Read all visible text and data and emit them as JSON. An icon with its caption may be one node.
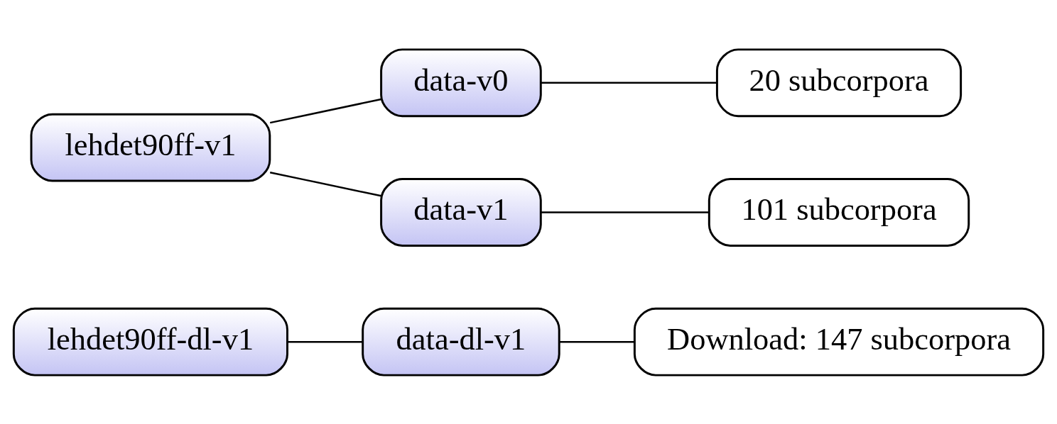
{
  "diagram": {
    "nodes": [
      {
        "text": [
          "lehdet90ff-dl-v1"
        ]
      },
      {
        "text": [
          "data-dl-v1"
        ]
      },
      {
        "text": [
          "Download: 147 subcorpora"
        ]
      },
      {
        "text": [
          "data-v0"
        ]
      },
      {
        "text": [
          "20 subcorpora"
        ]
      },
      {
        "text": [
          "lehdet90ff-v1"
        ]
      },
      {
        "text": [
          "data-v1"
        ]
      },
      {
        "text": [
          "101 subcorpora"
        ]
      }
    ],
    "edges": [
      {
        "from": 0,
        "to": 1,
        "arrow": "none"
      },
      {
        "from": 1,
        "to": 2,
        "arrow": "none"
      },
      {
        "from": 3,
        "to": 4,
        "arrow": "none"
      },
      {
        "from": 5,
        "to": 3,
        "arrow": "none"
      },
      {
        "from": 5,
        "to": 6,
        "arrow": "none"
      },
      {
        "from": 6,
        "to": 7,
        "arrow": "none"
      }
    ]
  }
}
